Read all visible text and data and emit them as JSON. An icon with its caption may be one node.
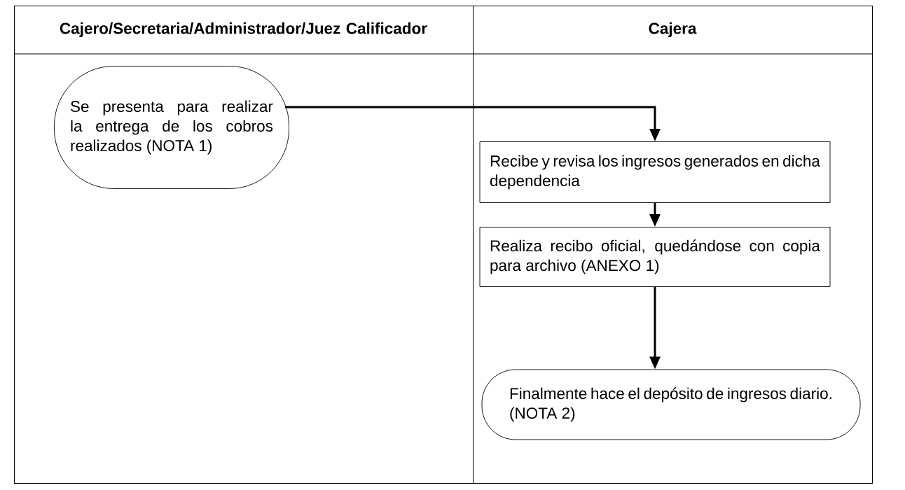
{
  "diagram": {
    "nodes": [
      {
        "text": [
          "Cajero/Secretaria/Administrador/Juez Calificador"
        ]
      },
      {
        "text": [
          "Cajera"
        ]
      },
      {
        "text": [
          "Se presenta para realizar la entrega de los cobros realizados (NOTA 1)"
        ],
        "in": 0
      },
      {
        "text": [
          "Recibe y revisa los ingresos generados en dicha dependencia"
        ],
        "in": 1
      },
      {
        "text": [
          "Realiza recibo oficial, quedándose con copia para archivo (ANEXO 1)"
        ],
        "in": 1
      },
      {
        "text": [
          "Finalmente hace el depósito de ingresos diario. (NOTA 2)"
        ],
        "in": 1
      }
    ],
    "edges": [
      {
        "from": 2,
        "to": 3,
        "arrow": "to"
      },
      {
        "from": 3,
        "to": 4,
        "arrow": "to"
      },
      {
        "from": 4,
        "to": 5,
        "arrow": "to"
      }
    ]
  }
}
